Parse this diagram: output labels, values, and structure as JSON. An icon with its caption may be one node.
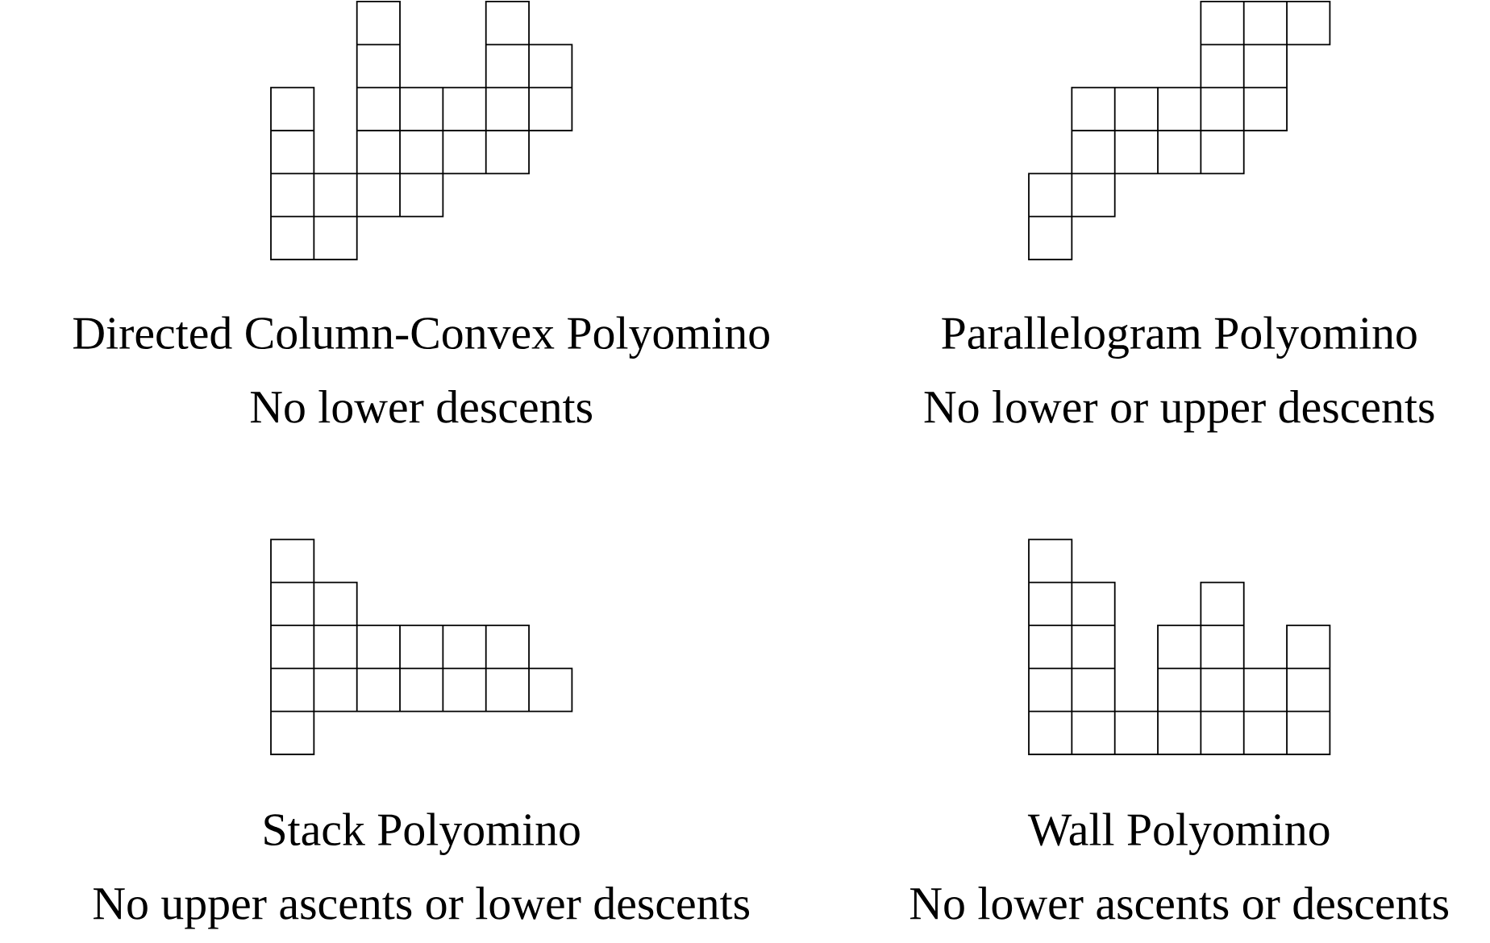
{
  "diagram": {
    "nodes": [
      {
        "text": [
          "Directed Column-Convex Polyomino",
          "No lower descents"
        ]
      },
      {
        "text": [
          "Parallelogram Polyomino",
          "No lower or upper descents"
        ]
      },
      {
        "text": [
          "Stack Polyomino",
          "No upper ascents or lower descents"
        ]
      },
      {
        "text": [
          "Wall Polyomino",
          "No lower ascents or descents"
        ]
      }
    ]
  }
}
